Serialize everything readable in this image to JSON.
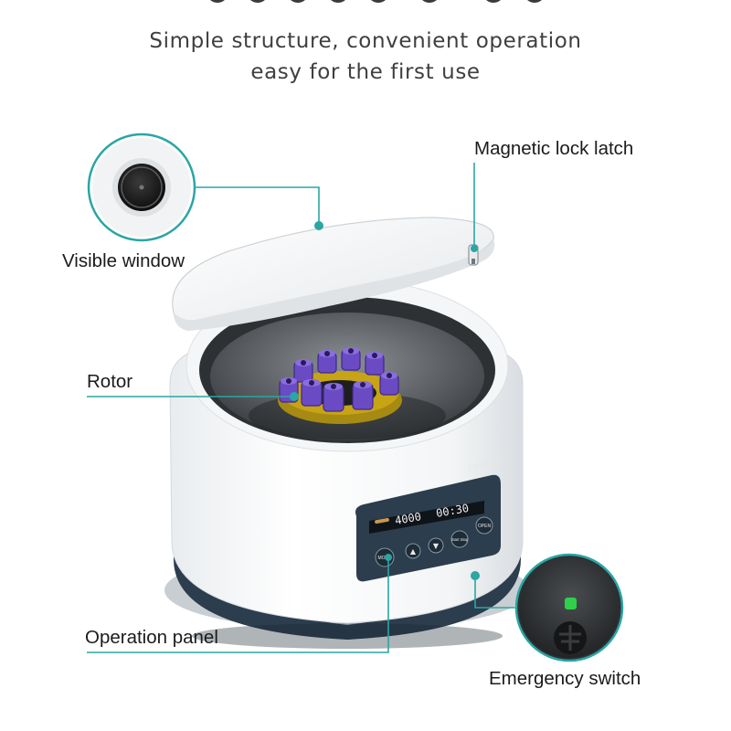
{
  "headline": {
    "line1": "Simple structure, convenient operation",
    "line2": "easy for the first use"
  },
  "callouts": {
    "visible_window": "Visible window",
    "magnetic_lock_latch": "Magnetic lock latch",
    "rotor": "Rotor",
    "operation_panel": "Operation panel",
    "emergency_switch": "Emergency switch"
  },
  "panel": {
    "brand": "Centrifuge",
    "speed_readout": "4000",
    "time_readout": "00:30",
    "buttons": {
      "mode": "MODE",
      "up": "▲",
      "down": "▼",
      "start_stop": "Start Stop",
      "open": "OPEN"
    }
  },
  "colors": {
    "accent_teal": "#2aa6a4",
    "panel_navy": "#2c3d4d",
    "tube_purple": "#6b4bc4",
    "rotor_gold": "#c7a316",
    "indicator_green": "#2fd14a"
  },
  "icons": [
    "lock-latch-icon",
    "emergency-switch-icon"
  ]
}
